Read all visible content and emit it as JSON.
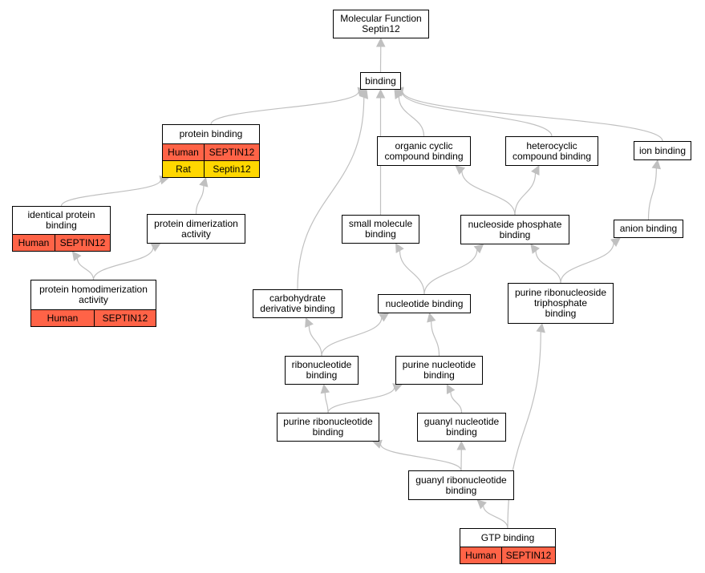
{
  "colors": {
    "human": "#ff6347",
    "rat": "#ffd700",
    "edge": "#c0c0c0",
    "border": "#000000"
  },
  "nodes": {
    "molecular_function": {
      "title": "Molecular Function\nSeptin12"
    },
    "binding": {
      "title": "binding"
    },
    "protein_binding": {
      "title": "protein binding",
      "rows": [
        {
          "species": "Human",
          "gene": "SEPTIN12"
        },
        {
          "species": "Rat",
          "gene": "Septin12"
        }
      ]
    },
    "organic_cyclic": {
      "title": "organic cyclic\ncompound binding"
    },
    "heterocyclic": {
      "title": "heterocyclic\ncompound binding"
    },
    "ion_binding": {
      "title": "ion binding"
    },
    "identical_protein": {
      "title": "identical protein\nbinding",
      "rows": [
        {
          "species": "Human",
          "gene": "SEPTIN12"
        }
      ]
    },
    "protein_dimerization": {
      "title": "protein dimerization\nactivity"
    },
    "small_molecule": {
      "title": "small molecule\nbinding"
    },
    "nucleoside_phosphate": {
      "title": "nucleoside phosphate\nbinding"
    },
    "anion_binding": {
      "title": "anion binding"
    },
    "protein_homodimerization": {
      "title": "protein homodimerization\nactivity",
      "rows": [
        {
          "species": "Human",
          "gene": "SEPTIN12"
        }
      ]
    },
    "carbohydrate": {
      "title": "carbohydrate\nderivative binding"
    },
    "nucleotide": {
      "title": "nucleotide binding"
    },
    "purine_ribonucleoside_tp": {
      "title": "purine ribonucleoside\ntriphosphate\nbinding"
    },
    "ribonucleotide": {
      "title": "ribonucleotide\nbinding"
    },
    "purine_nucleotide": {
      "title": "purine nucleotide\nbinding"
    },
    "purine_ribonucleotide": {
      "title": "purine ribonucleotide\nbinding"
    },
    "guanyl_nucleotide": {
      "title": "guanyl nucleotide\nbinding"
    },
    "guanyl_ribonucleotide": {
      "title": "guanyl ribonucleotide\nbinding"
    },
    "gtp_binding": {
      "title": "GTP binding",
      "rows": [
        {
          "species": "Human",
          "gene": "SEPTIN12"
        }
      ]
    }
  },
  "edges": [
    [
      "binding",
      "molecular_function"
    ],
    [
      "protein_binding",
      "binding"
    ],
    [
      "organic_cyclic",
      "binding"
    ],
    [
      "heterocyclic",
      "binding"
    ],
    [
      "ion_binding",
      "binding"
    ],
    [
      "small_molecule",
      "binding"
    ],
    [
      "carbohydrate",
      "binding"
    ],
    [
      "identical_protein",
      "protein_binding"
    ],
    [
      "protein_dimerization",
      "protein_binding"
    ],
    [
      "protein_homodimerization",
      "identical_protein"
    ],
    [
      "protein_homodimerization",
      "protein_dimerization"
    ],
    [
      "nucleoside_phosphate",
      "organic_cyclic"
    ],
    [
      "nucleoside_phosphate",
      "heterocyclic"
    ],
    [
      "anion_binding",
      "ion_binding"
    ],
    [
      "nucleotide",
      "small_molecule"
    ],
    [
      "nucleotide",
      "nucleoside_phosphate"
    ],
    [
      "purine_ribonucleoside_tp",
      "nucleoside_phosphate"
    ],
    [
      "purine_ribonucleoside_tp",
      "anion_binding"
    ],
    [
      "ribonucleotide",
      "carbohydrate"
    ],
    [
      "ribonucleotide",
      "nucleotide"
    ],
    [
      "purine_nucleotide",
      "nucleotide"
    ],
    [
      "purine_ribonucleotide",
      "ribonucleotide"
    ],
    [
      "purine_ribonucleotide",
      "purine_nucleotide"
    ],
    [
      "guanyl_nucleotide",
      "purine_nucleotide"
    ],
    [
      "guanyl_ribonucleotide",
      "purine_ribonucleotide"
    ],
    [
      "guanyl_ribonucleotide",
      "guanyl_nucleotide"
    ],
    [
      "gtp_binding",
      "guanyl_ribonucleotide"
    ],
    [
      "gtp_binding",
      "purine_ribonucleoside_tp"
    ]
  ]
}
